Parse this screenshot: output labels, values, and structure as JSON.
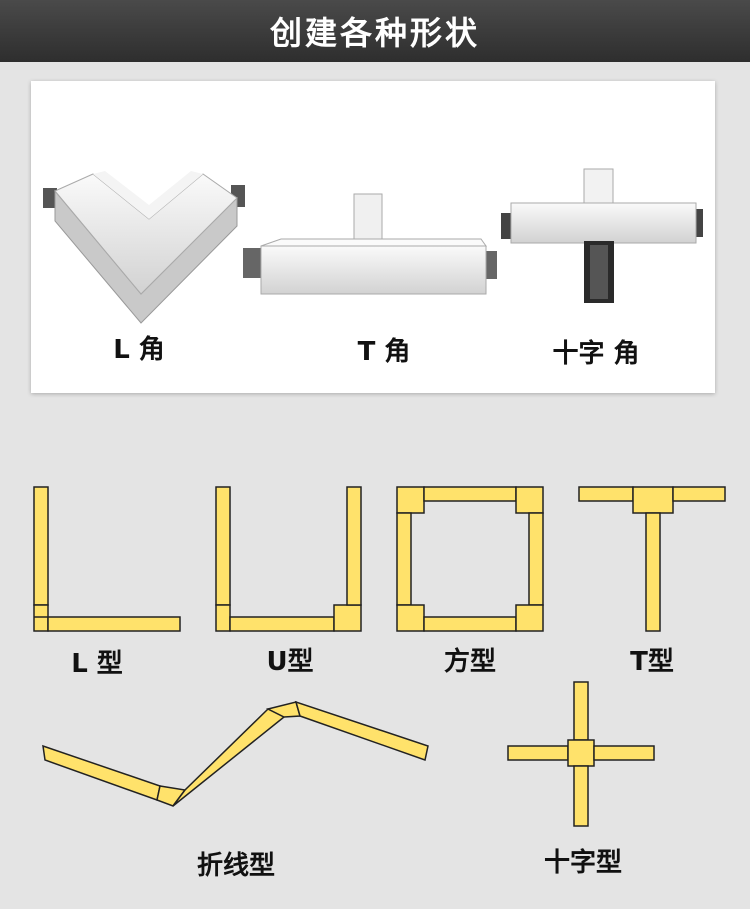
{
  "header": {
    "title": "创建各种形状"
  },
  "corners": [
    {
      "label": "L 角"
    },
    {
      "label": "T 角"
    },
    {
      "label": "十字 角"
    }
  ],
  "shapes": [
    {
      "label": "L 型"
    },
    {
      "label": "U型"
    },
    {
      "label": "方型"
    },
    {
      "label": "T型"
    },
    {
      "label": "折线型"
    },
    {
      "label": "十字型"
    }
  ],
  "colors": {
    "header_bg": "#3a3a3a",
    "shape_fill": "#ffe26b",
    "shape_stroke": "#222222",
    "product_body": "#ececec"
  }
}
